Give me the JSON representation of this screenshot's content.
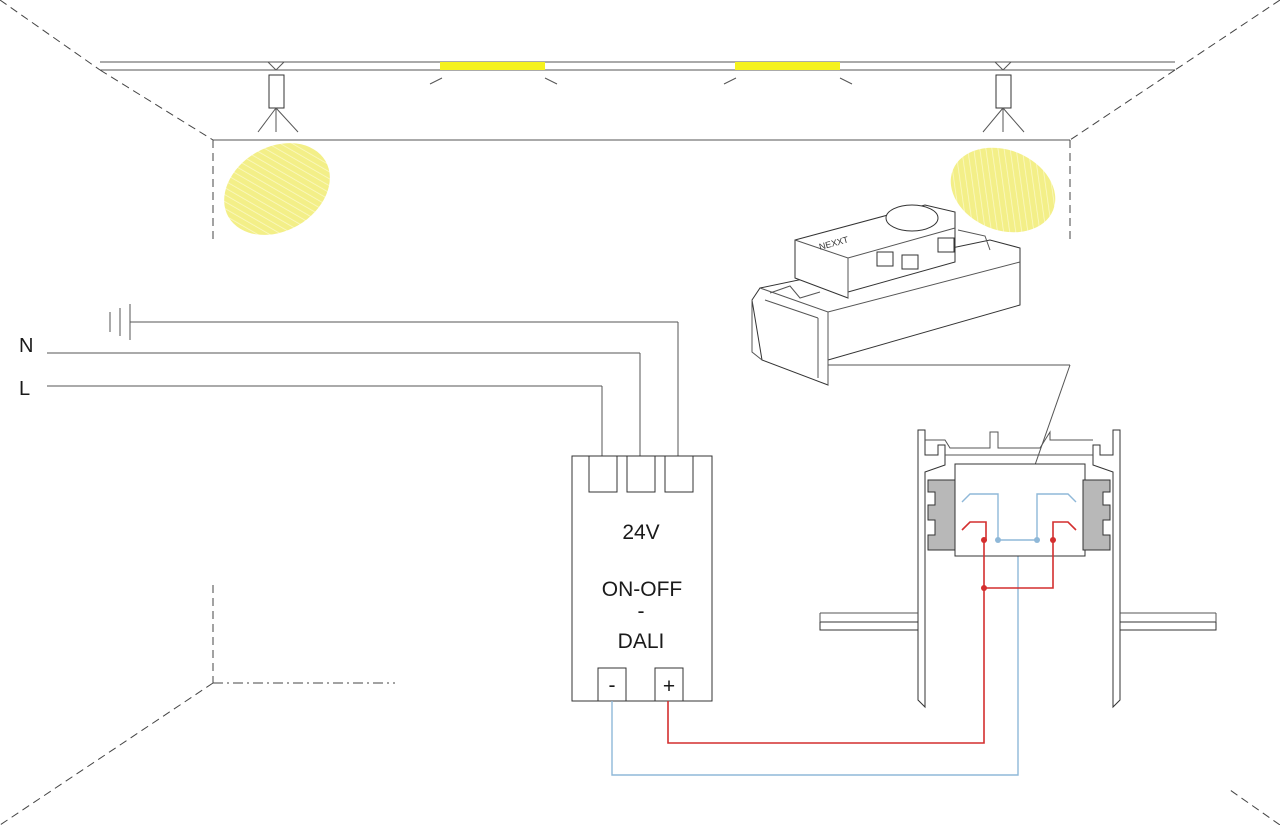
{
  "mains": {
    "neutral_label": "N",
    "live_label": "L"
  },
  "driver": {
    "voltage": "24V",
    "mode_line1": "ON-OFF",
    "mode_sep": "-",
    "mode_line2": "DALI",
    "minus_label": "-",
    "plus_label": "+"
  },
  "colors": {
    "light_yellow": "#f2ee8c",
    "led_yellow": "#f5f21e",
    "positive_wire": "#d42f2f",
    "negative_wire": "#8fb8d8"
  }
}
